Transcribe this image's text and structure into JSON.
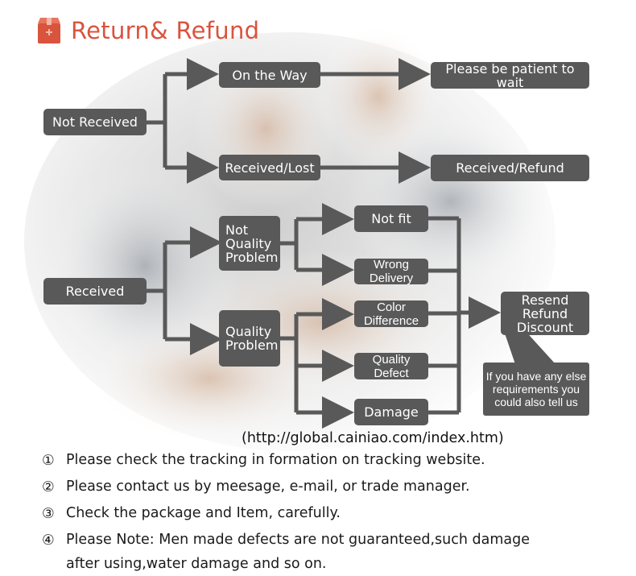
{
  "header": {
    "title": "Return& Refund",
    "icon": "box-icon"
  },
  "flow": {
    "not_received": "Not Received",
    "on_the_way": "On the Way",
    "please_wait": "Please be patient to wait",
    "received_lost": "Received/Lost",
    "received_refund": "Received/Refund",
    "received": "Received",
    "not_quality_problem": "Not\nQuality\nProblem",
    "quality_problem": "Quality\nProblem",
    "not_fit": "Not fit",
    "wrong_delivery": "Wrong Delivery",
    "color_difference": "Color Difference",
    "quality_defect": "Quality Defect",
    "damage": "Damage",
    "resend_refund_discount": "Resend\nRefund\nDiscount",
    "callout": "If you have any else\nrequirements you\ncould also tell us"
  },
  "url": "(http://global.cainiao.com/index.htm)",
  "notes": [
    {
      "num": "①",
      "text": "Please check the tracking in formation on tracking website."
    },
    {
      "num": "②",
      "text": "Please contact us by meesage, e-mail, or trade manager."
    },
    {
      "num": "③",
      "text": "Check the package and Item, carefully."
    },
    {
      "num": "④",
      "text": "Please Note: Men made defects  are not guaranteed,such damage\nafter using,water damage and so on."
    }
  ],
  "colors": {
    "box": "#595959",
    "title": "#d9543d",
    "connector": "#595959"
  }
}
